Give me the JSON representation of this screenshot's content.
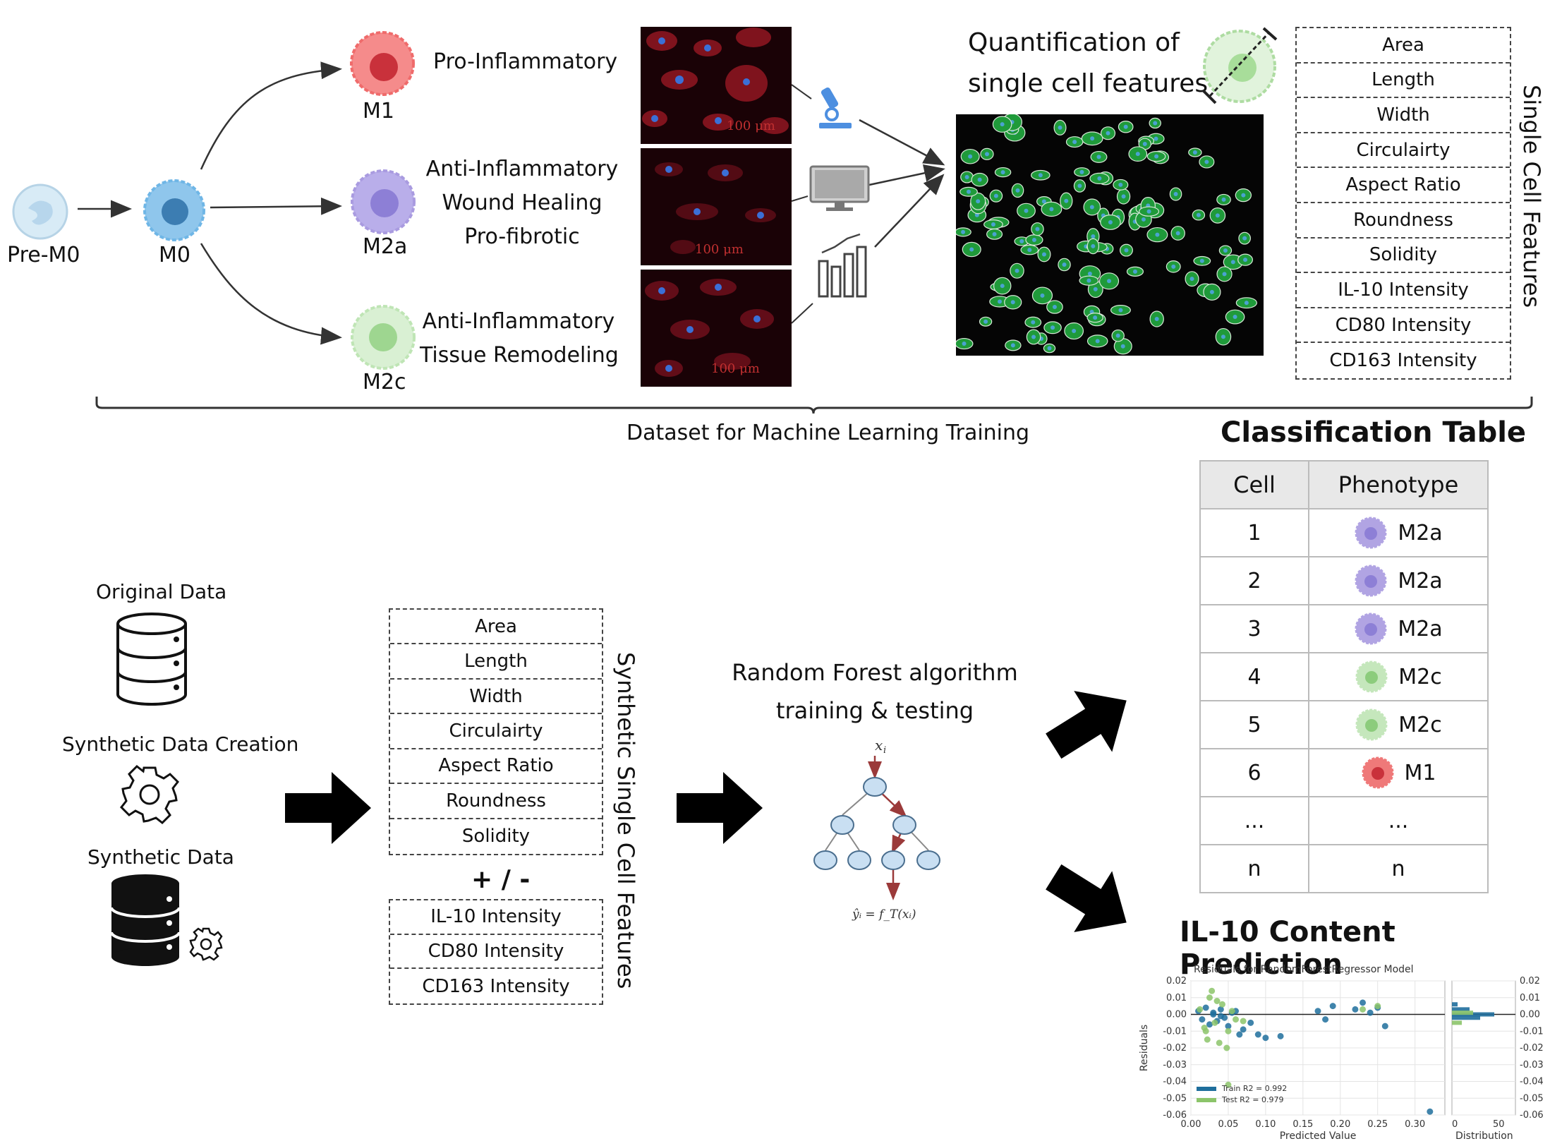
{
  "differentiation": {
    "pre_m0": "Pre-M0",
    "m0": "M0",
    "m1": "M1",
    "m2a": "M2a",
    "m2c": "M2c",
    "m1_desc": "Pro-Inflammatory",
    "m2a_desc": [
      "Anti-Inflammatory",
      "Wound Healing",
      "Pro-fibrotic"
    ],
    "m2c_desc": [
      "Anti-Inflammatory",
      "Tissue Remodeling"
    ]
  },
  "microscopy": {
    "scale_label": "100 μm"
  },
  "quantification": {
    "title_line1": "Quantification of",
    "title_line2": "single cell features"
  },
  "single_cell_features": {
    "label": "Single Cell Features",
    "items": [
      "Area",
      "Length",
      "Width",
      "Circulairty",
      "Aspect Ratio",
      "Roundness",
      "Solidity",
      "IL-10 Intensity",
      "CD80 Intensity",
      "CD163 Intensity"
    ]
  },
  "dataset_label": "Dataset for Machine Learning Training",
  "data_sources": {
    "original": "Original Data",
    "creation": "Synthetic Data Creation",
    "synthetic": "Synthetic Data"
  },
  "synthetic_features": {
    "label": "Synthetic Single Cell Features",
    "morph": [
      "Area",
      "Length",
      "Width",
      "Circulairty",
      "Aspect Ratio",
      "Roundness",
      "Solidity"
    ],
    "plusminus": "+ / -",
    "intensity": [
      "IL-10 Intensity",
      "CD80 Intensity",
      "CD163 Intensity"
    ]
  },
  "random_forest": {
    "line1": "Random Forest algorithm",
    "line2": "training & testing",
    "input": "x",
    "input_sub": "i",
    "formula": "ŷᵢ = f_T(xᵢ)"
  },
  "classification": {
    "title": "Classification Table",
    "headers": [
      "Cell",
      "Phenotype"
    ],
    "rows": [
      {
        "cell": "1",
        "phenotype": "M2a",
        "color": "#a99be0"
      },
      {
        "cell": "2",
        "phenotype": "M2a",
        "color": "#a99be0"
      },
      {
        "cell": "3",
        "phenotype": "M2a",
        "color": "#a99be0"
      },
      {
        "cell": "4",
        "phenotype": "M2c",
        "color": "#bfe5b5"
      },
      {
        "cell": "5",
        "phenotype": "M2c",
        "color": "#bfe5b5"
      },
      {
        "cell": "6",
        "phenotype": "M1",
        "color": "#ee6b6b"
      },
      {
        "cell": "...",
        "phenotype": "...",
        "color": ""
      },
      {
        "cell": "n",
        "phenotype": "n",
        "color": ""
      }
    ]
  },
  "prediction": {
    "title": "IL-10 Content Prediction"
  },
  "colors": {
    "m0": "#6fb6e6",
    "m1": "#ef6b6b",
    "m2a": "#a99be0",
    "m2c": "#bfe5b5",
    "train": "#1f6e9c",
    "test": "#8cc46a"
  },
  "chart_data": {
    "type": "scatter",
    "title": "Residuals for RandomForestRegressor Model",
    "xlabel": "Predicted Value",
    "ylabel": "Residuals",
    "xlim": [
      0.0,
      0.34
    ],
    "ylim": [
      -0.06,
      0.02
    ],
    "xticks": [
      "0.00",
      "0.05",
      "0.10",
      "0.15",
      "0.20",
      "0.25",
      "0.30"
    ],
    "yticks": [
      "0.02",
      "0.01",
      "0.00",
      "-0.01",
      "-0.02",
      "-0.03",
      "-0.04",
      "-0.05",
      "-0.06"
    ],
    "series": [
      {
        "name": "Train R2 = 0.992",
        "color": "#1f6e9c",
        "points": [
          [
            0.01,
            0.002
          ],
          [
            0.015,
            -0.003
          ],
          [
            0.02,
            0.004
          ],
          [
            0.025,
            -0.006
          ],
          [
            0.03,
            0.001
          ],
          [
            0.035,
            -0.004
          ],
          [
            0.04,
            0.003
          ],
          [
            0.045,
            -0.002
          ],
          [
            0.05,
            -0.007
          ],
          [
            0.06,
            0.002
          ],
          [
            0.065,
            -0.012
          ],
          [
            0.07,
            -0.009
          ],
          [
            0.08,
            -0.005
          ],
          [
            0.09,
            -0.012
          ],
          [
            0.1,
            -0.014
          ],
          [
            0.12,
            -0.013
          ],
          [
            0.17,
            0.002
          ],
          [
            0.18,
            -0.003
          ],
          [
            0.19,
            0.005
          ],
          [
            0.22,
            0.003
          ],
          [
            0.23,
            0.007
          ],
          [
            0.24,
            0.001
          ],
          [
            0.25,
            0.004
          ],
          [
            0.26,
            -0.007
          ],
          [
            0.32,
            -0.058
          ],
          [
            0.03,
            0.0
          ],
          [
            0.04,
            -0.001
          ],
          [
            0.055,
            0.001
          ]
        ]
      },
      {
        "name": "Test R2 = 0.979",
        "color": "#8cc46a",
        "points": [
          [
            0.012,
            0.003
          ],
          [
            0.018,
            -0.008
          ],
          [
            0.022,
            -0.015
          ],
          [
            0.028,
            0.014
          ],
          [
            0.032,
            -0.005
          ],
          [
            0.038,
            -0.017
          ],
          [
            0.042,
            0.006
          ],
          [
            0.048,
            -0.02
          ],
          [
            0.05,
            -0.01
          ],
          [
            0.055,
            0.002
          ],
          [
            0.06,
            -0.003
          ],
          [
            0.025,
            0.01
          ],
          [
            0.035,
            0.008
          ],
          [
            0.23,
            0.003
          ],
          [
            0.25,
            0.005
          ],
          [
            0.05,
            -0.042
          ],
          [
            0.07,
            -0.004
          ],
          [
            0.02,
            -0.01
          ]
        ]
      }
    ],
    "hist_label": "Distribution",
    "hist_ticks": [
      "0",
      "50"
    ]
  }
}
